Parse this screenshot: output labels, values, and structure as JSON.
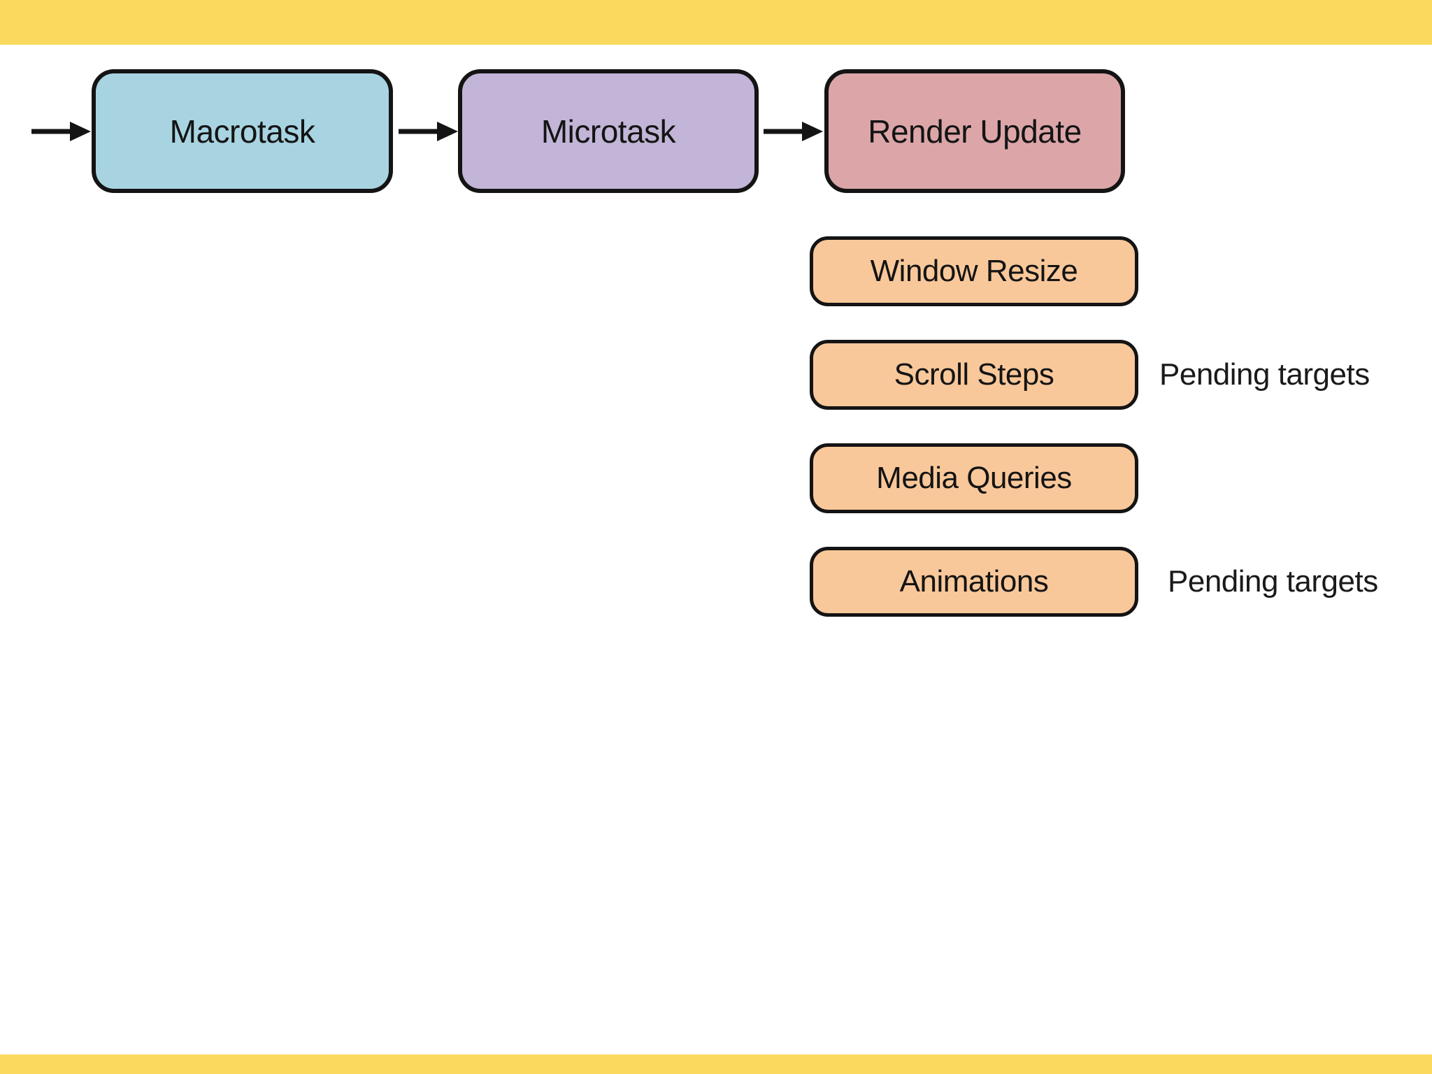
{
  "decor": {
    "top_bar_color": "#fbd95e",
    "bottom_bar_color": "#fbd95e",
    "background": "#ffffff",
    "border_color": "#141414",
    "arrow_color": "#141414"
  },
  "pipeline": {
    "nodes": [
      {
        "id": "macrotask",
        "label": "Macrotask",
        "fill": "#a8d4e2"
      },
      {
        "id": "microtask",
        "label": "Microtask",
        "fill": "#c3b5d7"
      },
      {
        "id": "render-update",
        "label": "Render Update",
        "fill": "#dca6a9"
      }
    ]
  },
  "render_phases": {
    "fill": "#f9c89a",
    "items": [
      {
        "label": "Window Resize",
        "annotation": ""
      },
      {
        "label": "Scroll Steps",
        "annotation": "Pending targets"
      },
      {
        "label": "Media Queries",
        "annotation": ""
      },
      {
        "label": "Animations",
        "annotation": "Pending targets"
      }
    ]
  }
}
